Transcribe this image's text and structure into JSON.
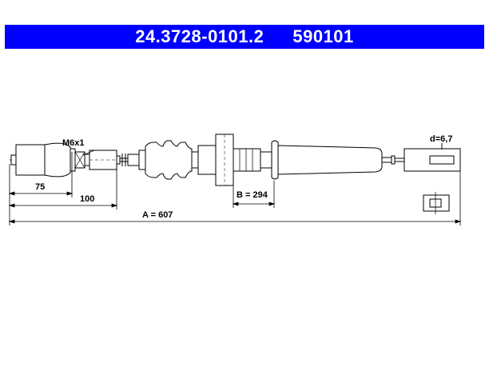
{
  "header": {
    "part_number": "24.3728-0101.2",
    "ref_number": "590101",
    "background": "#0000ff",
    "text_color": "#ffffff"
  },
  "labels": {
    "thread": "M6x1",
    "diameter": "d=6,7",
    "dim_75": "75",
    "dim_100": "100",
    "dim_b": "B = 294",
    "dim_a": "A = 607"
  }
}
